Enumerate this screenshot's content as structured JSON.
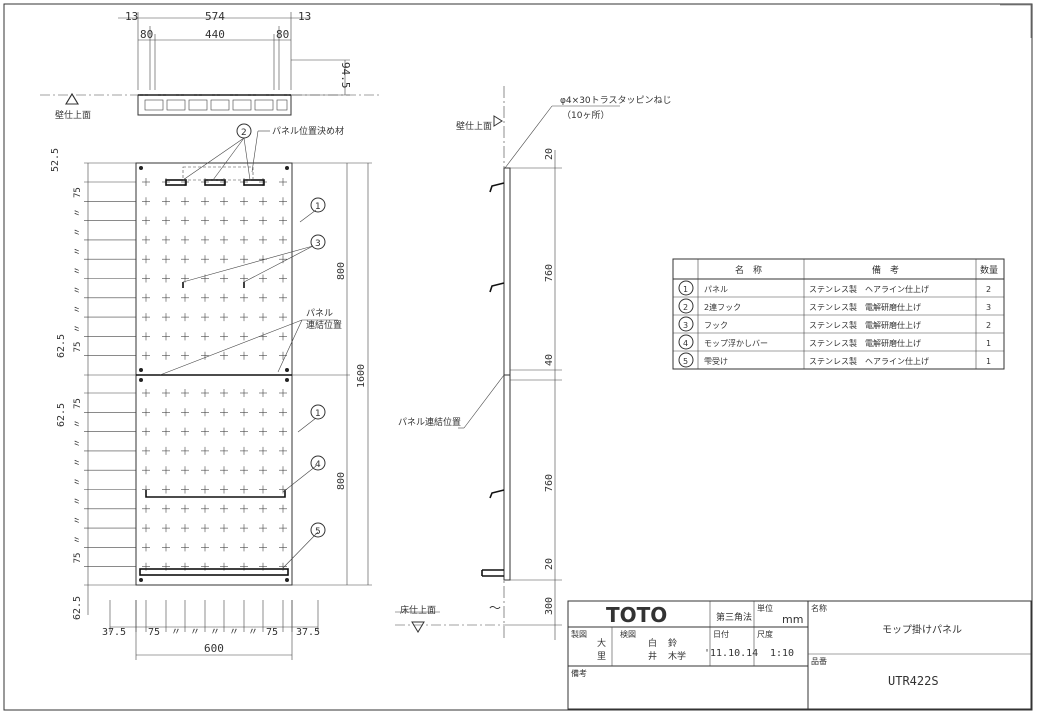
{
  "front_view": {
    "top_dims": [
      "13",
      "574",
      "13",
      "80",
      "440",
      "80"
    ],
    "side_dim": "94.5",
    "wall_label": "壁仕上面",
    "callout_locator": "パネル位置決め材",
    "callout_joint": [
      "パネル",
      "連結位置"
    ],
    "left_dims": [
      "52.5",
      "75",
      "62.5",
      "75",
      "62.5",
      "75",
      "62.5"
    ],
    "ditto": "〃",
    "right_dims": [
      "800",
      "800",
      "1600"
    ],
    "bottom_dims": [
      "37.5",
      "75",
      "〃",
      "〃",
      "〃",
      "〃",
      "〃",
      "75",
      "37.5"
    ],
    "width_dim": "600",
    "part_numbers": [
      "1",
      "2",
      "3",
      "4",
      "5"
    ]
  },
  "side_view": {
    "screw_note": "φ4×30トラスタッピンねじ",
    "screw_count": "（10ヶ所）",
    "wall_label": "壁仕上面",
    "joint_label": "パネル連結位置",
    "floor_label": "床仕上面",
    "dims": [
      "20",
      "760",
      "40",
      "760",
      "20",
      "300"
    ],
    "break_mark": "〜"
  },
  "parts_table": {
    "headers": [
      "名　称",
      "備　考",
      "数量"
    ],
    "rows": [
      {
        "no": "1",
        "name": "パネル",
        "note": "ステンレス製　ヘアライン仕上げ",
        "qty": "2"
      },
      {
        "no": "2",
        "name": "2連フック",
        "note": "ステンレス製　電解研磨仕上げ",
        "qty": "3"
      },
      {
        "no": "3",
        "name": "フック",
        "note": "ステンレス製　電解研磨仕上げ",
        "qty": "2"
      },
      {
        "no": "4",
        "name": "モップ浮かしバー",
        "note": "ステンレス製　電解研磨仕上げ",
        "qty": "1"
      },
      {
        "no": "5",
        "name": "雫受け",
        "note": "ステンレス製　ヘアライン仕上げ",
        "qty": "1"
      }
    ]
  },
  "title_block": {
    "logo": "TOTO",
    "projection": "第三角法",
    "unit_label": "単位",
    "unit": "mm",
    "name_label": "名称",
    "name": "モップ掛けパネル",
    "drawn_label": "製図",
    "drawn_by": [
      "大",
      "里"
    ],
    "checked_label": "検図",
    "checked_by": [
      "白",
      "井",
      "鈴",
      "木学"
    ],
    "date_label": "日付",
    "date": "'11.10.14",
    "scale_label": "尺度",
    "scale": "1:10",
    "product_label": "品番",
    "product": "UTR422S",
    "remarks_label": "備考"
  }
}
